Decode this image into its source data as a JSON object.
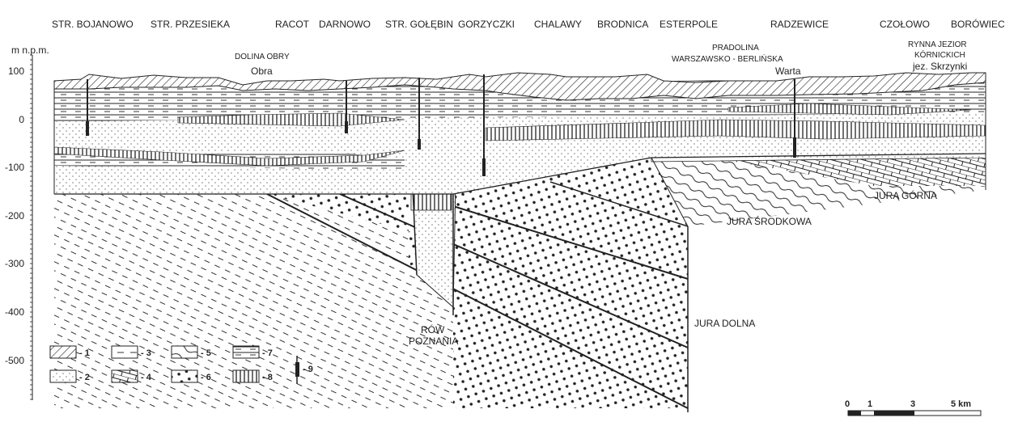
{
  "top_localities": [
    "STR. BOJANOWO",
    "STR. PRZESIEKA",
    "RACOT",
    "DARNOWO",
    "STR. GOŁĘBIN",
    "GORZYCZKI",
    "CHALAWY",
    "BRODNICA",
    "ESTERPOLE",
    "RADZEWICE",
    "CZOŁOWO",
    "BORÓWIEC"
  ],
  "axis": {
    "unit": "m n.p.m.",
    "ticks": [
      "100",
      "0",
      "-100",
      "-200",
      "-300",
      "-400",
      "-500"
    ]
  },
  "surface_labels": {
    "dolina_obry": "DOLINA OBRY",
    "obra": "Obra",
    "pradolina_1": "PRADOLINA",
    "pradolina_2": "WARSZAWSKO - BERLIŃSKA",
    "warta": "Warta",
    "rynna_1": "RYNNA JEZIOR",
    "rynna_2": "KÓRNICKICH",
    "skrzynki": "jez. Skrzynki"
  },
  "formation_labels": {
    "jura_gorna": "JURA GÓRNA",
    "jura_srodkowa": "JURA ŚRODKOWA",
    "jura_dolna": "JURA DOLNA",
    "row_1": "RÓW",
    "row_2": "POZNANIA"
  },
  "legend": [
    "- 1",
    "- 2",
    "- 3",
    "- 4",
    "- 5",
    "- 6",
    "- 7",
    "- 8",
    "- 9"
  ],
  "scale": {
    "ticks": [
      "0",
      "1",
      "3",
      "5 km"
    ]
  }
}
